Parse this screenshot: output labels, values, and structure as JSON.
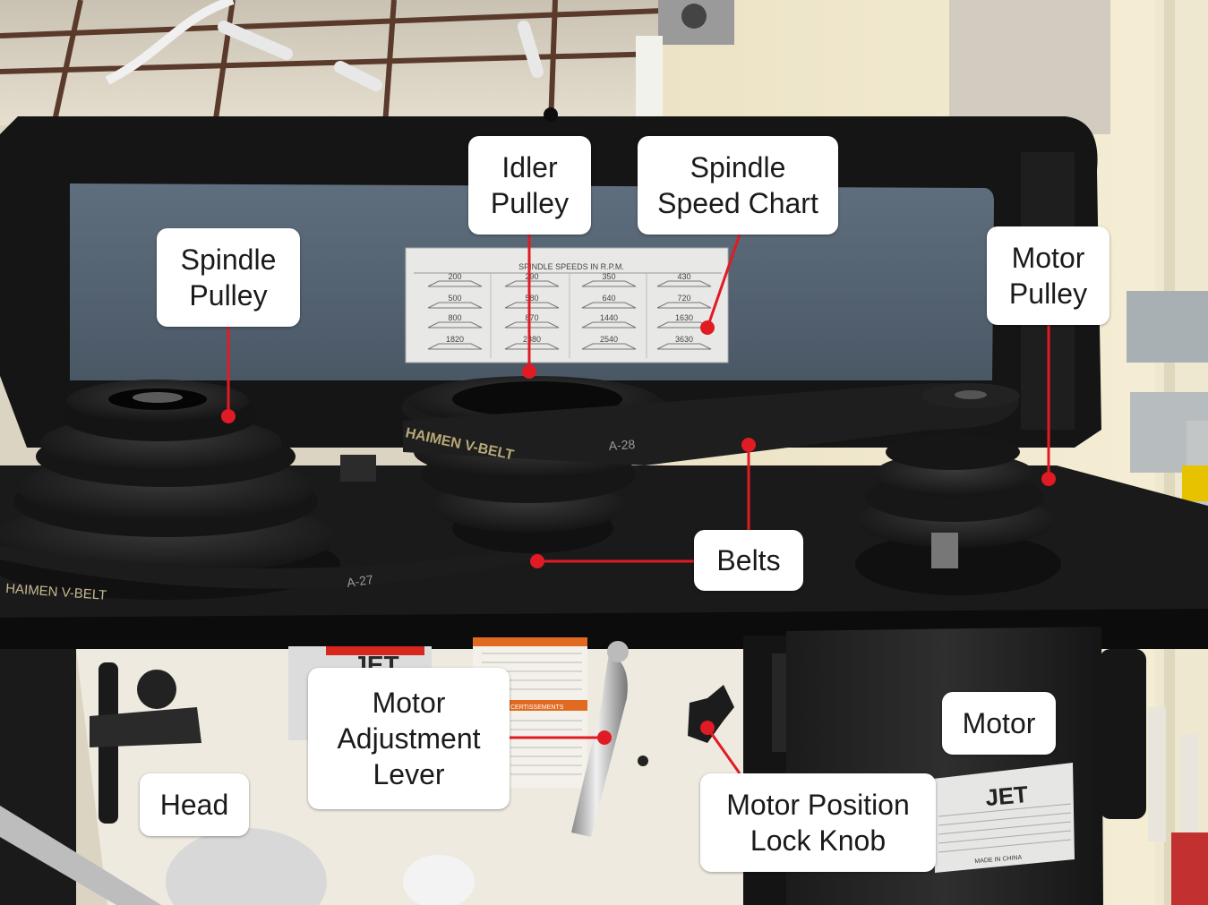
{
  "labels": {
    "idler_pulley": [
      "Idler",
      "Pulley"
    ],
    "spindle_speed_chart": [
      "Spindle",
      "Speed Chart"
    ],
    "spindle_pulley": [
      "Spindle",
      "Pulley"
    ],
    "motor_pulley": [
      "Motor",
      "Pulley"
    ],
    "belts": [
      "Belts"
    ],
    "motor": [
      "Motor"
    ],
    "motor_adjustment_lever": [
      "Motor",
      "Adjustment",
      "Lever"
    ],
    "head": [
      "Head"
    ],
    "motor_position_lock_knob": [
      "Motor Position",
      "Lock Knob"
    ]
  },
  "speed_chart": {
    "title": "SPINDLE SPEEDS IN R.P.M.",
    "rows": [
      [
        "200",
        "290",
        "350",
        "430"
      ],
      [
        "500",
        "580",
        "640",
        "720"
      ],
      [
        "800",
        "870",
        "1440",
        "1630"
      ],
      [
        "1820",
        "2380",
        "2540",
        "3630"
      ]
    ]
  },
  "belt_markings": {
    "brand": "HAIMEN V-BELT",
    "size_upper": "A-28",
    "size_lower": "A-27"
  },
  "motor_badge": {
    "logo": "JET",
    "origin": "MADE IN CHINA"
  },
  "head_badge_logo": "JET",
  "warning_header": "CERTISSEMENTS",
  "colors": {
    "callout_line": "#e01b24",
    "label_bg": "#ffffff"
  }
}
